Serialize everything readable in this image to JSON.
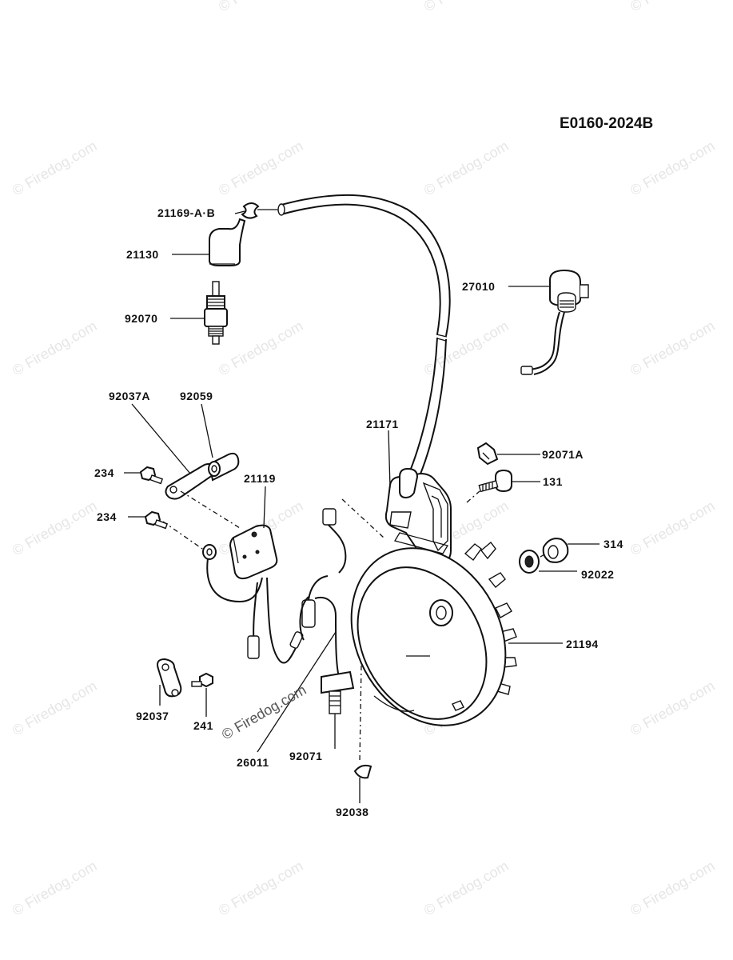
{
  "diagram": {
    "code": "E0160-2024B",
    "watermark": "© Firedog.com",
    "labels": {
      "p21169": "21169-A·B",
      "p21130": "21130",
      "p92070": "92070",
      "p27010": "27010",
      "p92037A": "92037A",
      "p92059": "92059",
      "p21171": "21171",
      "p92071A": "92071A",
      "p234a": "234",
      "p21119": "21119",
      "p131": "131",
      "p234b": "234",
      "p314": "314",
      "p92022": "92022",
      "p21194": "21194",
      "p92037": "92037",
      "p241": "241",
      "p26011": "26011",
      "p92071": "92071",
      "p92038": "92038"
    }
  }
}
